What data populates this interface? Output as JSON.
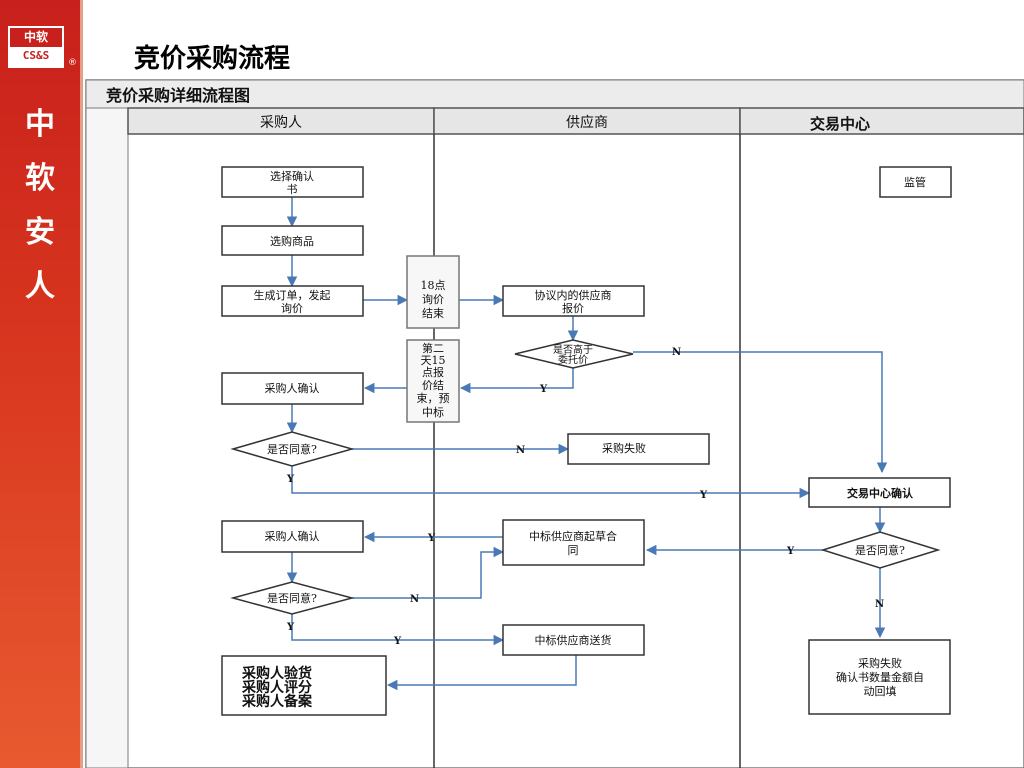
{
  "brand": {
    "logo_top": "中软",
    "logo_bottom": "CS&S",
    "registered_mark": "®",
    "vertical_text": [
      "中",
      "软",
      "安",
      "人"
    ]
  },
  "page_title": "竞价采购流程",
  "diagram": {
    "title": "竞价采购详细流程图",
    "lanes": {
      "buyer": "采购人",
      "supplier": "供应商",
      "center": "交易中心"
    },
    "nodes": {
      "select_confirmation": [
        "选择确认",
        "书"
      ],
      "select_goods": "选购商品",
      "create_order": [
        "生成订单，发起",
        "询价"
      ],
      "deadline_note_1": [
        "18点",
        "询价",
        "结束"
      ],
      "deadline_note_2": [
        "第二",
        "天15",
        "点报",
        "价结",
        "束，预",
        "中标"
      ],
      "supplier_quote": [
        "协议内的供应商",
        "报价"
      ],
      "above_ceiling": [
        "是否高于",
        "委托价"
      ],
      "buyer_confirm_1": "采购人确认",
      "agree_1": "是否同意?",
      "purchase_failed": "采购失败",
      "center_confirm": "交易中心确认",
      "agree_center": "是否同意?",
      "buyer_confirm_2": "采购人确认",
      "winner_draft_contract": [
        "中标供应商起草合",
        "同"
      ],
      "agree_2": "是否同意?",
      "winner_deliver": "中标供应商送货",
      "final_steps": [
        "采购人验货",
        "采购人评分",
        "采购人备案"
      ],
      "supervision": "监管",
      "fail_autofill": [
        "采购失败",
        "确认书数量金额自",
        "动回填"
      ]
    },
    "edge_labels": {
      "yes": "Y",
      "no": "N"
    }
  }
}
